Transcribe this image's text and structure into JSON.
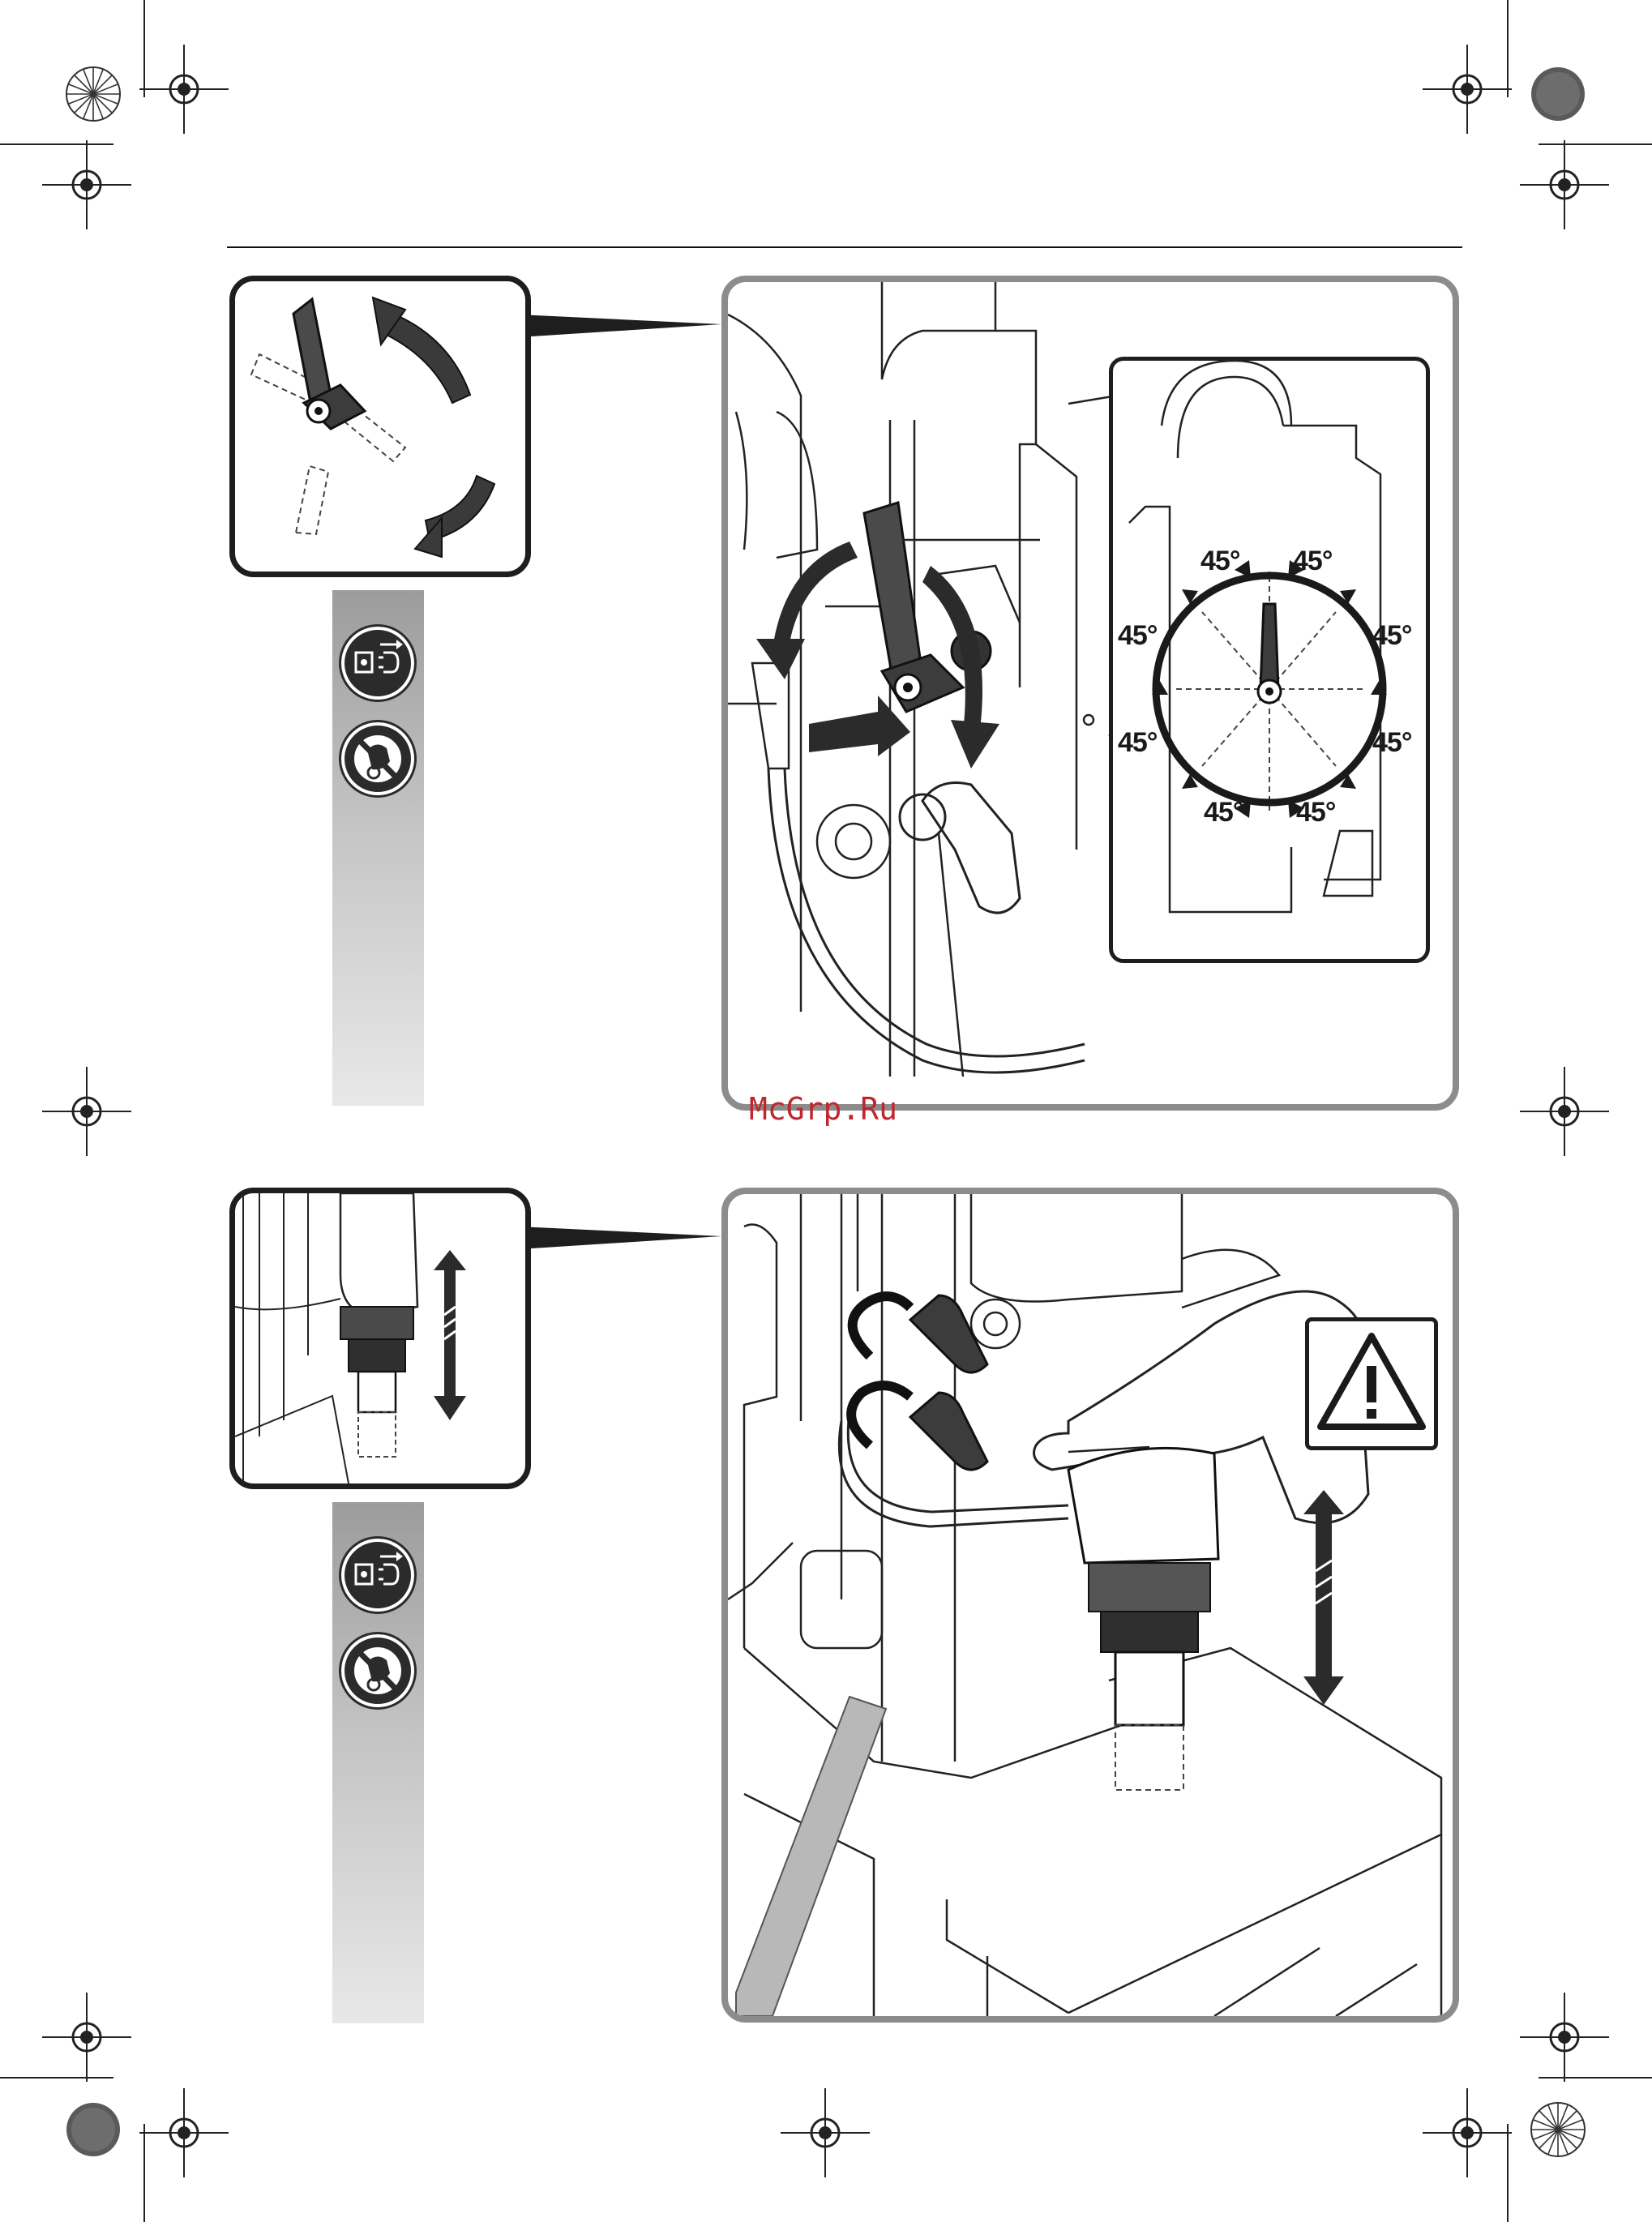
{
  "watermark": "McGrp.Ru",
  "figure1": {
    "angles": [
      "45°",
      "45°",
      "45°",
      "45°",
      "45°",
      "45°",
      "45°",
      "45°"
    ]
  },
  "icons": {
    "registration_mark": "registration-crosshair-icon",
    "unplug": "unplug-before-work-icon",
    "no_rotating": "do-not-touch-rotating-icon",
    "warning": "warning-triangle-icon",
    "lever": "clamping-lever-icon"
  },
  "colors": {
    "line": "#1e1e1e",
    "frame_gray": "#8c8c8c",
    "watermark": "#c0272d"
  }
}
